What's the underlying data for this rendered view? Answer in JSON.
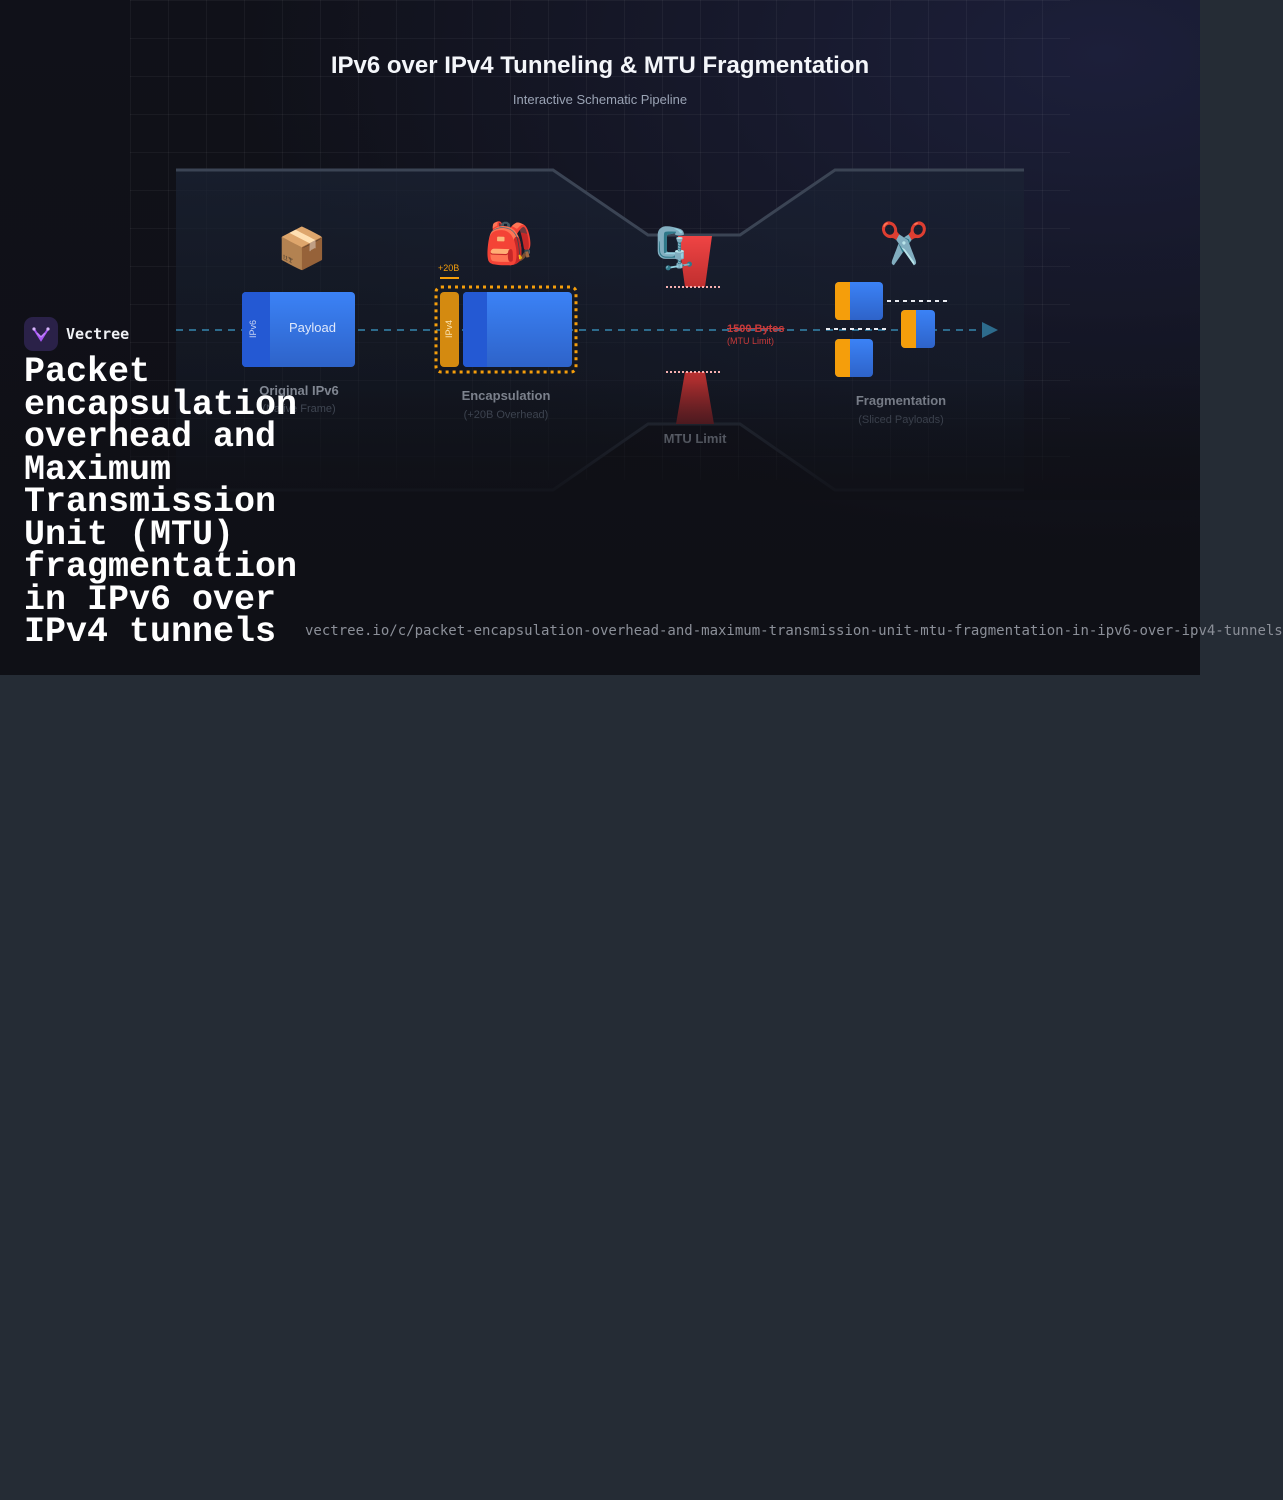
{
  "diagram": {
    "title": "IPv6 over IPv4 Tunneling & MTU Fragmentation",
    "subtitle": "Interactive Schematic Pipeline",
    "stages": [
      {
        "label": "Original IPv6",
        "sublabel": "(Native Frame)",
        "icon": "package-icon"
      },
      {
        "label": "Encapsulation",
        "sublabel": "(+20B Overhead)",
        "icon": "backpack-icon"
      },
      {
        "label": "MTU Limit",
        "sublabel": "",
        "icon": "clamp-icon"
      },
      {
        "label": "Fragmentation",
        "sublabel": "(Sliced Payloads)",
        "icon": "scissors-icon"
      }
    ],
    "packet": {
      "header_ipv6": "IPv6",
      "payload": "Payload",
      "header_ipv4": "IPv4",
      "overhead_badge": "+20B"
    },
    "mtu": {
      "value": "1500 Bytes",
      "note": "(MTU Limit)"
    },
    "colors": {
      "ipv6_blue": "#3b82f6",
      "ipv4_orange": "#f59e0b",
      "limit_red": "#ef4444",
      "flow_line": "#2d6b8c"
    }
  },
  "brand": {
    "name": "Vectree"
  },
  "headline": "Packet encapsulation overhead and Maximum Transmission Unit (MTU) fragmentation in IPv6 over IPv4 tunnels",
  "url": "vectree.io/c/packet-encapsulation-overhead-and-maximum-transmission-unit-mtu-fragmentation-in-ipv6-over-ipv4-tunnels"
}
